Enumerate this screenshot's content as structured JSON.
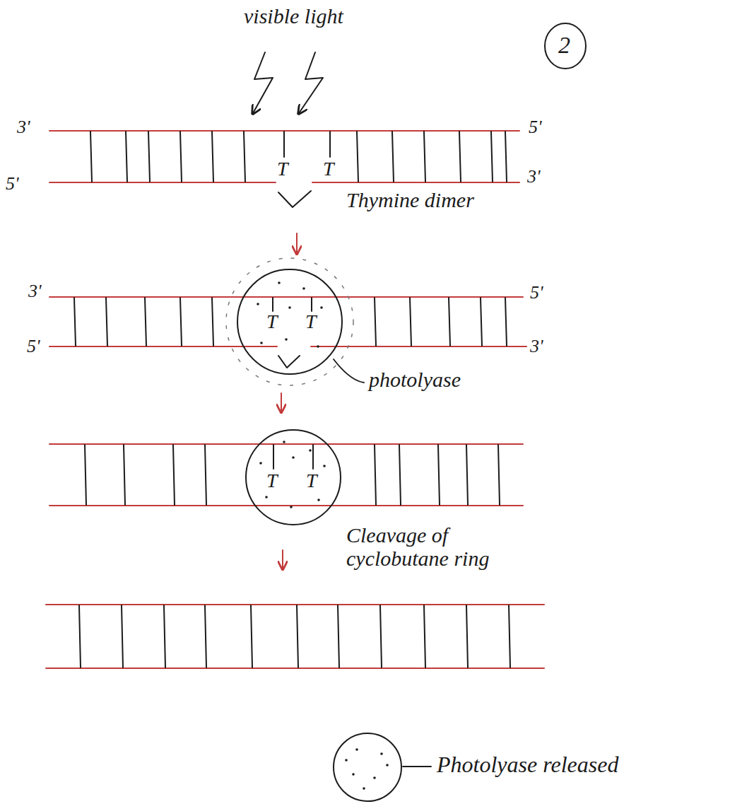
{
  "diagram": {
    "nodes": [
      {
        "text": [
          "2"
        ]
      },
      {
        "text": [
          "T",
          "T"
        ]
      },
      {
        "text": [
          "T",
          "T"
        ]
      }
    ],
    "labels": [
      "visible light",
      "3'",
      "5'",
      "5'",
      "3'",
      "T",
      "T",
      "Thymine dimer",
      "3'",
      "5'",
      "5'",
      "3'",
      "photolyase",
      "Cleavage of cyclobutane ring",
      "Photolyase released"
    ]
  }
}
